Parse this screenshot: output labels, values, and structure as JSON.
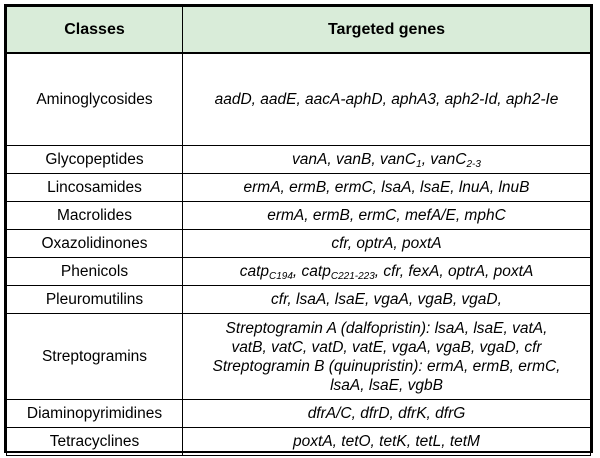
{
  "table": {
    "headers": {
      "classes": "Classes",
      "targeted_genes": "Targeted genes"
    },
    "rows": [
      {
        "class": "Aminoglycosides",
        "genes": "aadD, aadE, aacA-aphD, aphA3, aph2-Id, aph2-Ie"
      },
      {
        "class": "Glycopeptides",
        "genes_parts": [
          "vanA, vanB, vanC",
          "1",
          ", vanC",
          "2-3"
        ]
      },
      {
        "class": "Lincosamides",
        "genes": "ermA, ermB, ermC, lsaA, lsaE, lnuA, lnuB"
      },
      {
        "class": "Macrolides",
        "genes": "ermA, ermB, ermC, mefA/E, mphC"
      },
      {
        "class": "Oxazolidinones",
        "genes": "cfr, optrA, poxtA"
      },
      {
        "class": "Phenicols",
        "genes_parts": [
          "catp",
          "C194",
          ", catp",
          "C221-223",
          ", cfr, fexA, optrA, poxtA"
        ]
      },
      {
        "class": "Pleuromutilins",
        "genes": "cfr, lsaA, lsaE, vgaA, vgaB, vgaD,"
      },
      {
        "class": "Streptogramins",
        "genes_lines": [
          "Streptogramin A (dalfopristin): lsaA, lsaE,  vatA,",
          "vatB, vatC, vatD, vatE, vgaA, vgaB, vgaD, cfr",
          "Streptogramin B (quinupristin): ermA, ermB, ermC,",
          "lsaA, lsaE, vgbB"
        ]
      },
      {
        "class": "Diaminopyrimidines",
        "genes": "dfrA/C, dfrD, dfrK, dfrG"
      },
      {
        "class": "Tetracyclines",
        "genes": "poxtA, tetO, tetK, tetL, tetM"
      }
    ]
  },
  "colors": {
    "header_background": "#d9ecd9",
    "border": "#000000"
  }
}
